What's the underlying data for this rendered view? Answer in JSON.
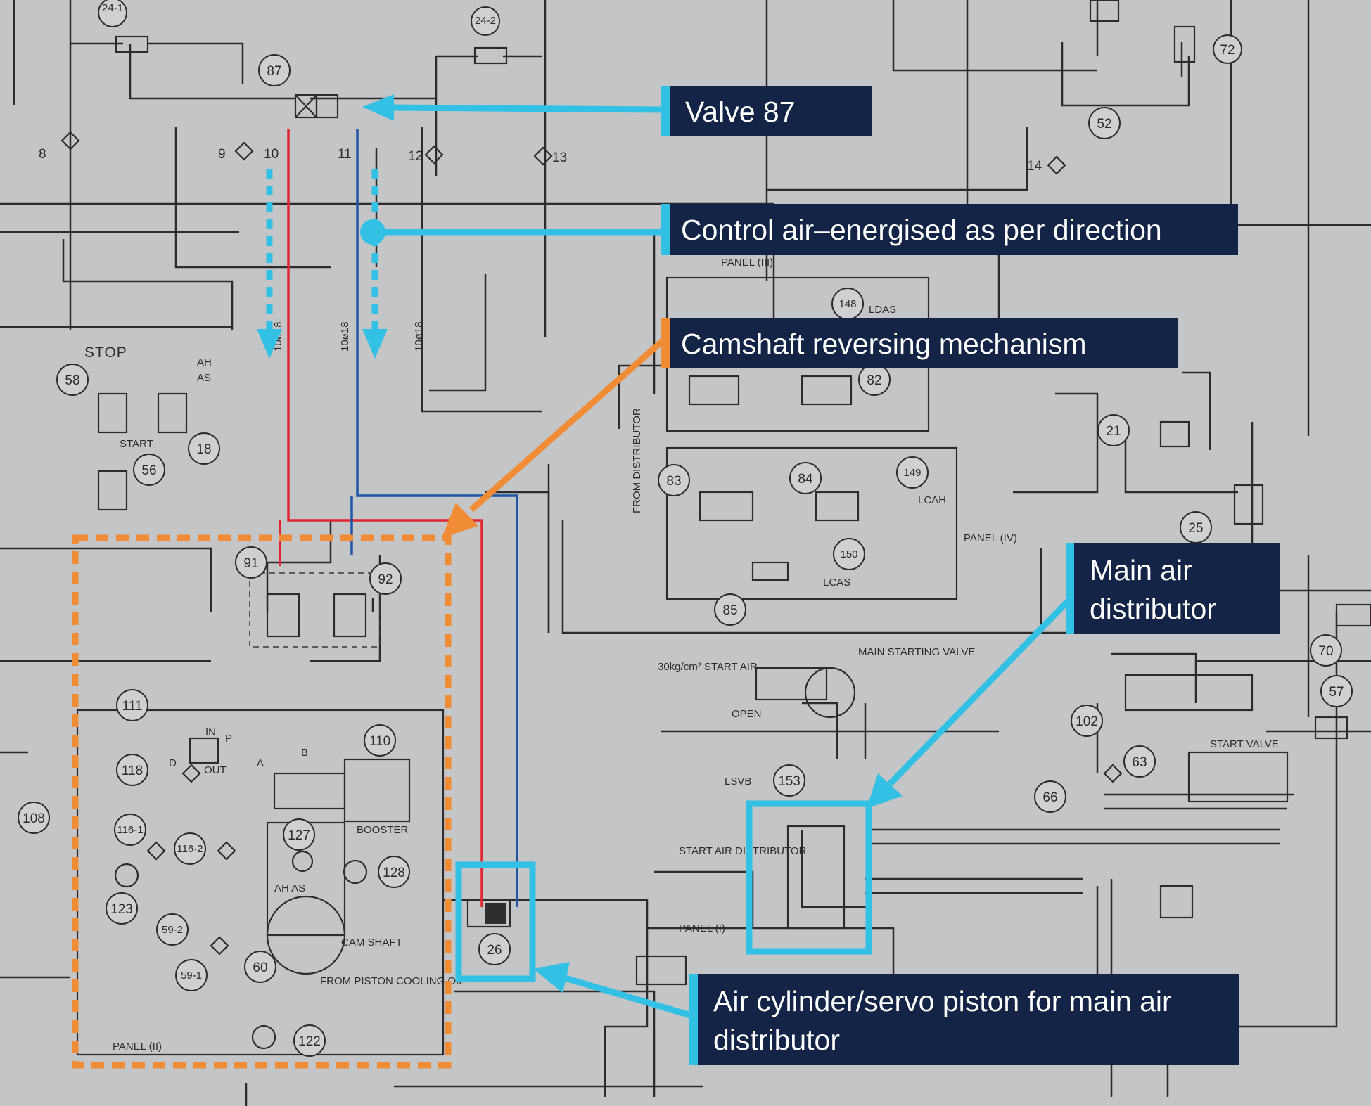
{
  "colors": {
    "background": "#c4c5c7",
    "callout_bg": "#142447",
    "callout_text": "#ffffff",
    "accent_cyan": "#32c0e4",
    "accent_orange": "#f08c35",
    "line_red": "#e0262e",
    "line_blue": "#1f56a6",
    "ink": "#2c2c2e"
  },
  "callouts": {
    "valve_87": "Valve 87",
    "control_air": "Control air–energised as per direction",
    "camshaft_reversing": "Camshaft reversing mechanism",
    "main_air_distributor": "Main air distributor",
    "air_cylinder": "Air cylinder/servo piston for main air distributor"
  },
  "schematic_labels": {
    "stop": "STOP",
    "start": "START",
    "ah": "AH",
    "as": "AS",
    "lcas": "LCAS",
    "lcah": "LCAH",
    "ldas": "LDAS",
    "panel_ii": "PANEL (II)",
    "panel_iv": "PANEL (IV)",
    "panel_i": "PANEL (I)",
    "panel_iii": "PANEL (III)",
    "from_distributor": "FROM DISTRIBUTOR",
    "start_air": "30kg/cm² START AIR",
    "main_starting_valve": "MAIN STARTING VALVE",
    "open": "OPEN",
    "start_valve": "START VALVE",
    "lsvb": "LSVB",
    "start_air_distributor": "START AIR DISTRIBUTOR",
    "booster": "BOOSTER",
    "cam_shaft": "CAM SHAFT",
    "from_piston_cooling_oil": "FROM PISTON COOLING OIL",
    "pipe_size": "10ø18",
    "port_in": "IN",
    "port_out": "OUT",
    "port_p": "P",
    "port_a": "A",
    "port_b": "B",
    "port_d": "D",
    "ah_as": "AH AS"
  },
  "component_numbers": [
    "24-1",
    "24-2",
    "87",
    "72",
    "8",
    "9",
    "10",
    "11",
    "12",
    "13",
    "14",
    "52",
    "58",
    "18",
    "56",
    "148",
    "82",
    "83",
    "84",
    "149",
    "150",
    "85",
    "21",
    "25",
    "91",
    "92",
    "111",
    "110",
    "118",
    "116-1",
    "116-2",
    "127",
    "128",
    "123",
    "59-2",
    "59-1",
    "60",
    "122",
    "108",
    "26",
    "153",
    "102",
    "63",
    "66",
    "70",
    "57"
  ]
}
